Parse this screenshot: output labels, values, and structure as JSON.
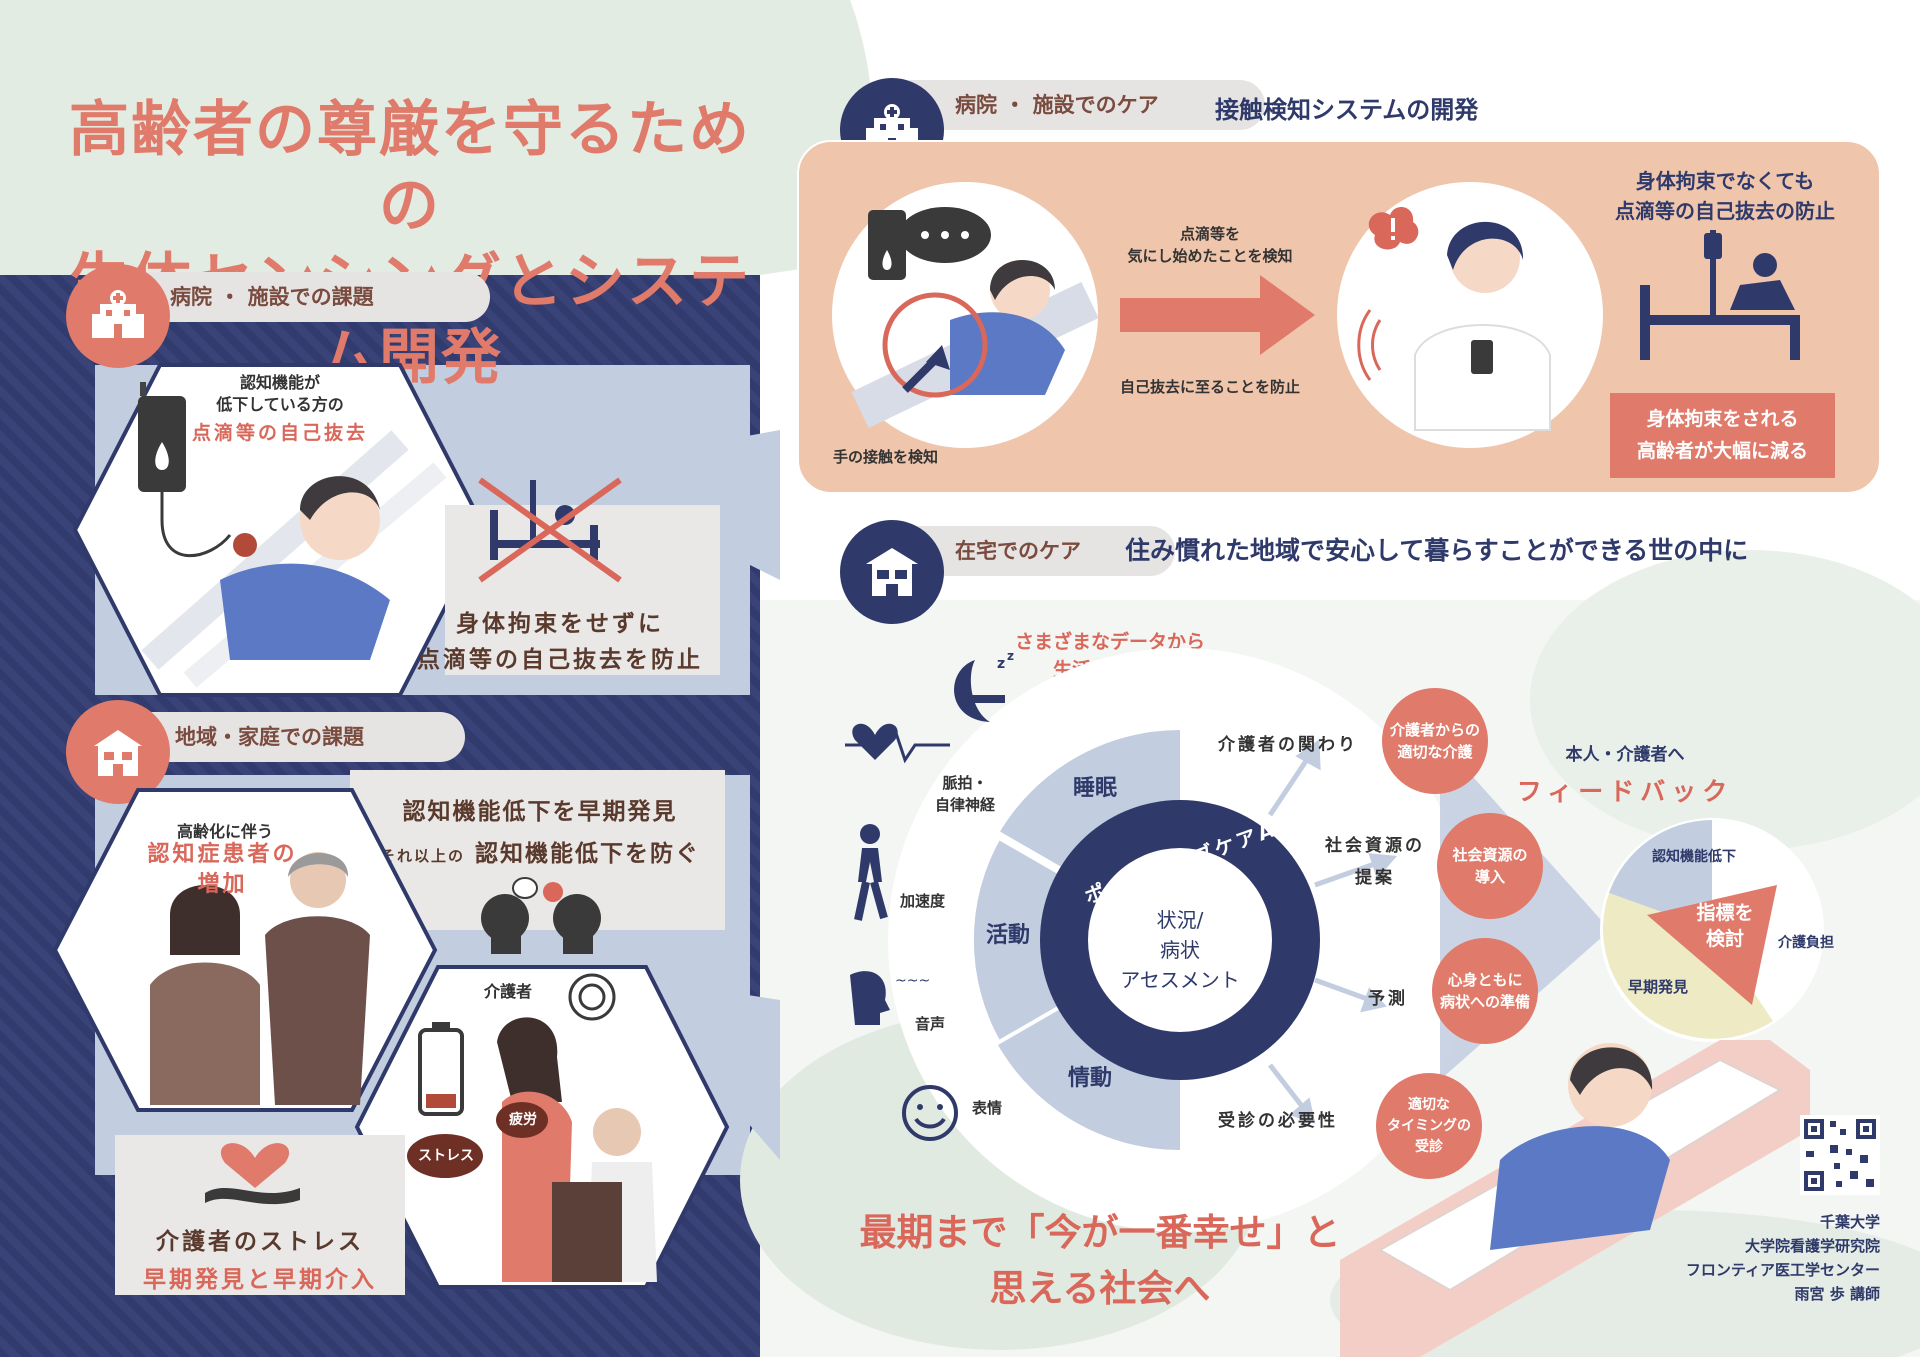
{
  "title": {
    "line1": "高齢者の尊厳を守るための",
    "line2": "生体センシングとシステム開発"
  },
  "hospital_issue": {
    "header": "病院 ・ 施設での課題",
    "cognitive_note": [
      "認知機能が",
      "低下している方の"
    ],
    "iv_removal": "点滴等の自己抜去",
    "goal_line1": "身体拘束をせずに",
    "goal_line2": "点滴等の自己抜去を防止"
  },
  "community_issue": {
    "header": "地域・家庭での課題",
    "aging_note": "高齢化に伴う",
    "dementia_increase": [
      "認知症患者の",
      "増加"
    ],
    "early_detect": "認知機能低下を早期発見",
    "prevent_prefix": "それ以上の",
    "prevent_main": "認知機能低下を防ぐ",
    "caregiver_label": "介護者",
    "fatigue": "疲労",
    "stress": "ストレス",
    "caregiver_stress": "介護者のストレス",
    "early_intervention": "早期発見と早期介入"
  },
  "hospital_care": {
    "header": "病院 ・ 施設でのケア",
    "subtitle": "接触検知システムの開発",
    "detect_line1": "点滴等を",
    "detect_line2": "気にし始めたことを検知",
    "prevent": "自己抜去に至ることを防止",
    "hand_contact": "手の接触を検知",
    "result_line1": "身体拘束でなくても",
    "result_line2": "点滴等の自己抜去の防止",
    "reduce_line1": "身体拘束をされる",
    "reduce_line2": "高齢者が大幅に減る"
  },
  "home_care": {
    "header": "在宅でのケア",
    "subtitle": "住み慣れた地域で安心して暮らすことができる世の中に",
    "monitor_line1": "さまざまなデータから",
    "monitor_line2": "生活の見守り",
    "sensors": {
      "pulse_line1": "脈拍・",
      "pulse_line2": "自律神経",
      "accel": "加速度",
      "voice": "音声",
      "face": "表情"
    },
    "segments": {
      "sleep": "睡眠",
      "activity": "活動",
      "emotion": "情動"
    },
    "ai_arc": "ポイントオブケアAI",
    "assess": [
      "状況/",
      "病状",
      "アセスメント"
    ],
    "outputs": {
      "care_relation": "介護者の関わり",
      "social_line1": "社会資源の",
      "social_line2": "提案",
      "predict": "予測",
      "visit": "受診の必要性"
    },
    "bubbles": {
      "care": [
        "介護者からの",
        "適切な介護"
      ],
      "resource": [
        "社会資源の",
        "導入"
      ],
      "prepare": [
        "心身ともに",
        "病状への準備"
      ],
      "timing": [
        "適切な",
        "タイミングの",
        "受診"
      ]
    },
    "feedback_line1": "本人・介護者へ",
    "feedback_line2": "フィードバック",
    "pie": {
      "cognitive": "認知機能低下",
      "index_line1": "指標を",
      "index_line2": "検討",
      "burden": "介護負担",
      "early": "早期発見"
    },
    "slogan_line1": "最期まで「今が一番幸せ」と",
    "slogan_line2": "思える社会へ"
  },
  "credit": [
    "千葉大学",
    "大学院看護学研究院",
    "フロンティア医工学センター",
    "雨宮 歩 講師"
  ],
  "colors": {
    "salmon": "#e07a6a",
    "navy": "#2f3a6b",
    "peach": "#efc5ac",
    "mint": "#e3ece3",
    "lavender": "#c2cde0"
  }
}
